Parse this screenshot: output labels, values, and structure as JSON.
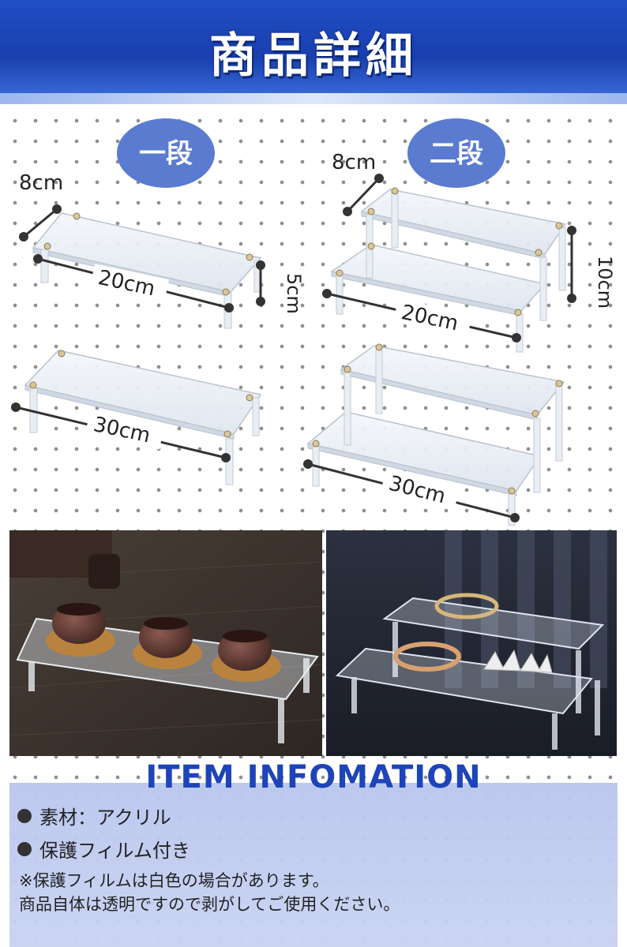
{
  "header": {
    "title": "商品詳細"
  },
  "diagram": {
    "one_tier": {
      "badge": "一段",
      "depth": "8cm",
      "width_small": "20cm",
      "height": "5cm",
      "width_large": "30cm"
    },
    "two_tier": {
      "badge": "二段",
      "depth": "8cm",
      "height": "10cm",
      "width_small": "20cm",
      "width_large": "30cm"
    }
  },
  "info": {
    "title": "ITEM INFOMATION",
    "bullets": [
      {
        "text": "素材：アクリル"
      },
      {
        "text": "保護フィルム付き"
      }
    ],
    "note_line1": "※保護フィルムは白色の場合があります。",
    "note_line2": "商品自体は透明ですので剥がしてご使用ください。"
  },
  "colors": {
    "brand_blue": "#1a3fae",
    "badge_blue": "#5a7bd0",
    "info_bg": "#c2cdf0"
  }
}
